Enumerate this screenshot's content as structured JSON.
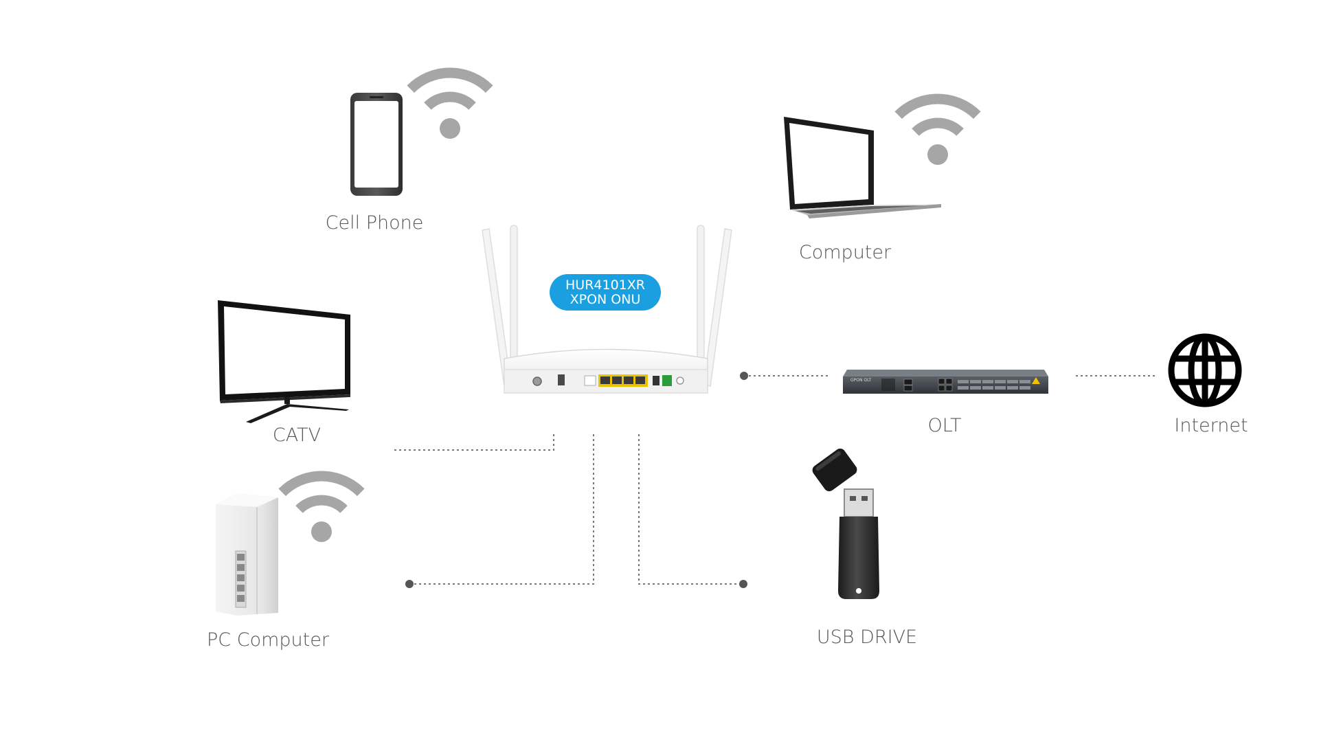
{
  "labels": {
    "cell_phone": "Cell Phone",
    "computer": "Computer",
    "catv": "CATV",
    "pc_computer": "PC Computer",
    "olt": "OLT",
    "internet": "Internet",
    "usb_drive": "USB DRIVE"
  },
  "onu": {
    "model": "HUR4101XR",
    "type": "XPON ONU"
  },
  "olt_device_text": "GPON OLT",
  "colors": {
    "badge": "#1aa0e0",
    "wifi": "#a6a6a6",
    "label": "#555555",
    "connector": "#777777",
    "lan_port": "#e8c400",
    "power_port": "#2a9d3a"
  },
  "icons": {
    "cell_phone": "smartphone-icon",
    "computer": "laptop-icon",
    "catv": "tv-icon",
    "pc_computer": "mesh-router-icon",
    "olt": "olt-rack-icon",
    "internet": "globe-icon",
    "usb_drive": "usb-drive-icon",
    "onu": "router-icon",
    "wifi": "wifi-signal-icon"
  }
}
